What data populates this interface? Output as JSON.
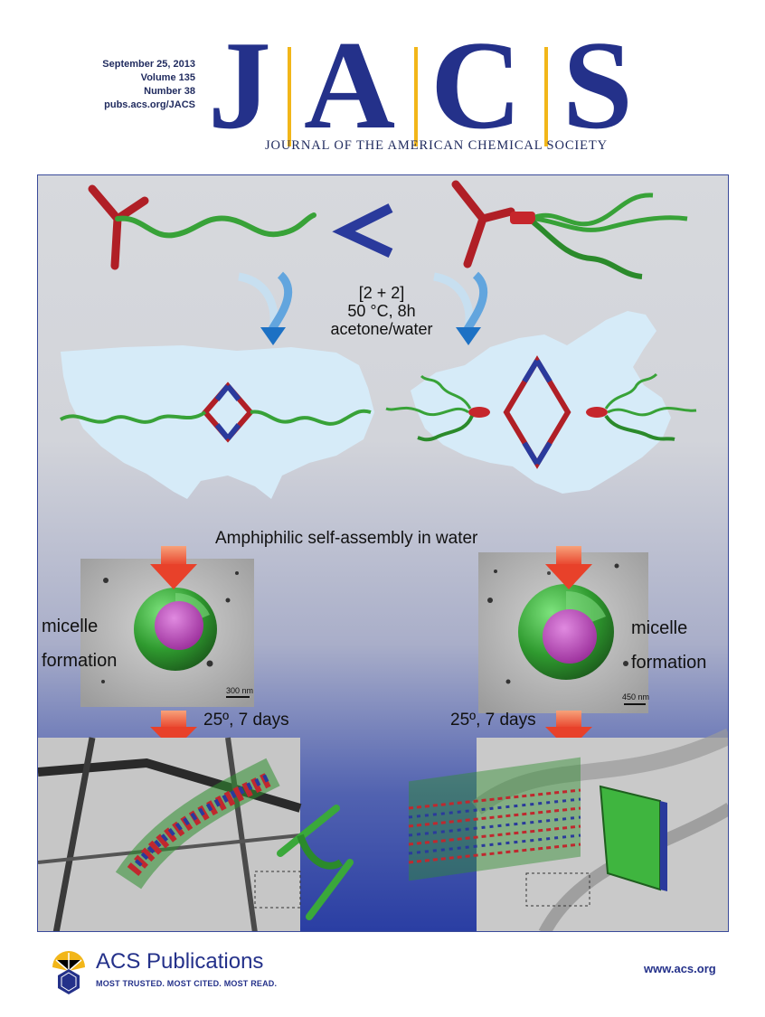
{
  "masthead": {
    "date": "September 25, 2013",
    "volume": "Volume 135",
    "number": "Number 38",
    "url": "pubs.acs.org/JACS",
    "logo_letters": [
      "J",
      "A",
      "C",
      "S"
    ],
    "journal_name": "JOURNAL OF THE AMERICAN CHEMICAL SOCIETY"
  },
  "cover": {
    "reaction_ratio": "[2 + 2]",
    "temperature": "50 °C, 8h",
    "solvent": "acetone/water",
    "assembly_label": "Amphiphilic self-assembly in water",
    "left_micelle_line1": "micelle",
    "left_micelle_line2": "formation",
    "right_micelle_line1": "micelle",
    "right_micelle_line2": "formation",
    "left_aging": "25º, 7 days",
    "right_aging": "25º, 7 days",
    "left_scale": "300 nm",
    "right_scale": "450 nm"
  },
  "footer": {
    "publisher": "ACS Publications",
    "tagline": "MOST TRUSTED. MOST CITED. MOST READ.",
    "website": "www.acs.org"
  },
  "colors": {
    "brand_blue": "#24318a",
    "brand_gold": "#f2b619",
    "ligand_red": "#c0282e",
    "chain_green": "#3aa83a",
    "map_blue": "#d6ebf8"
  }
}
